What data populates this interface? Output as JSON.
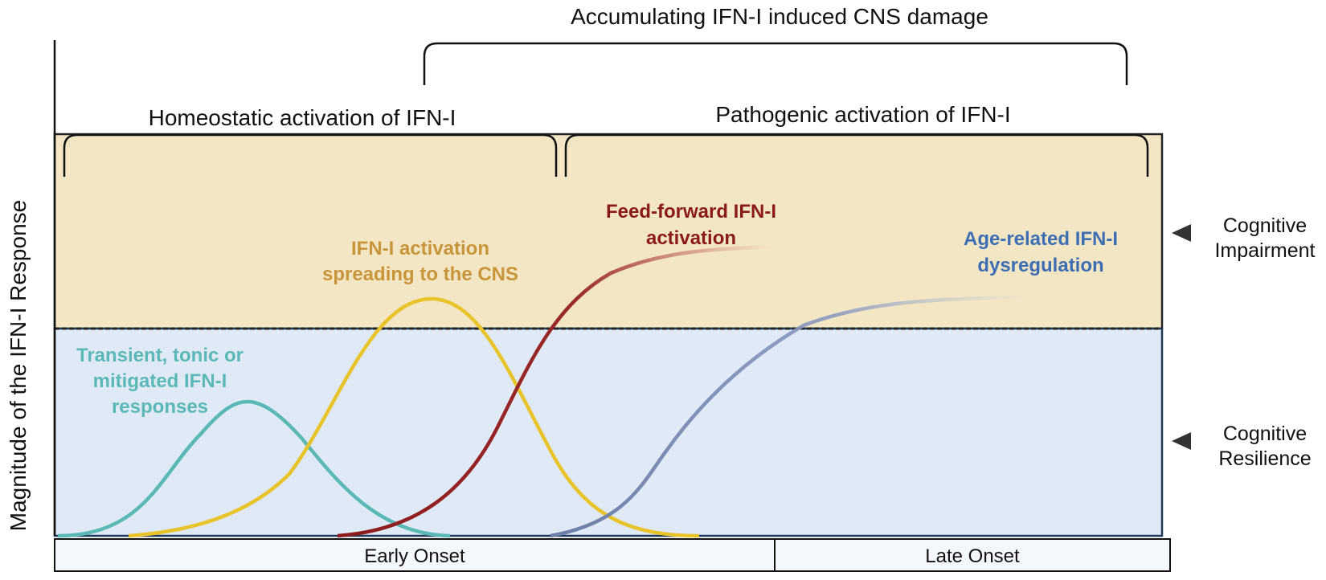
{
  "title": "Accumulating IFN-I induced CNS damage",
  "y_axis_label": "Magnitude of the IFN-I Response",
  "phases": {
    "homeostatic": "Homeostatic activation of IFN-I",
    "pathogenic": "Pathogenic activation of IFN-I"
  },
  "zones": {
    "impairment": {
      "line1": "Cognitive",
      "line2": "Impairment",
      "color": "#f3e6c4"
    },
    "resilience": {
      "line1": "Cognitive",
      "line2": "Resilience",
      "color": "#dfeaf6"
    }
  },
  "curves": {
    "transient": {
      "line1": "Transient, tonic or",
      "line2": "mitigated IFN-I",
      "line3": "responses",
      "color": "#5bb8b4"
    },
    "spreading": {
      "line1": "IFN-I activation",
      "line2": "spreading to the CNS",
      "color": "#e8c32a",
      "label_color": "#c9953a"
    },
    "feedforward": {
      "line1": "Feed-forward IFN-I",
      "line2": "activation",
      "color": "#8b1a1a"
    },
    "age_related": {
      "line1": "Age-related IFN-I",
      "line2": "dysregulation",
      "color": "#7f8fb0",
      "label_color": "#3d6eb3"
    }
  },
  "onset": {
    "early": "Early Onset",
    "late": "Late Onset"
  }
}
